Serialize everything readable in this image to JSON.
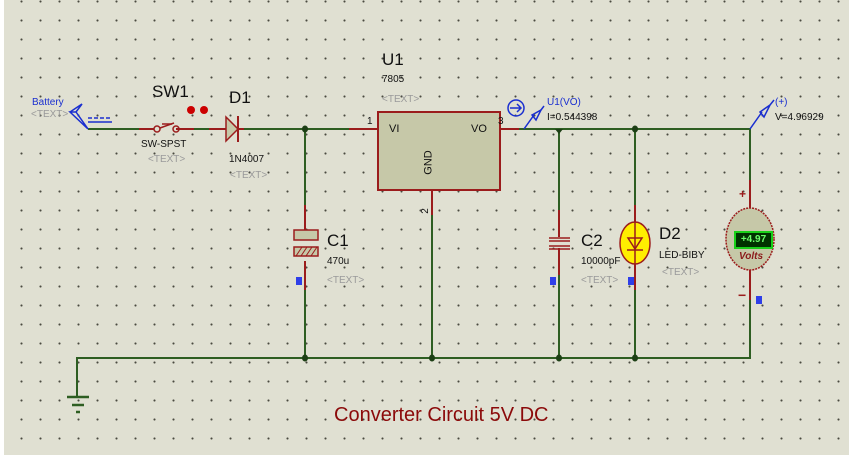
{
  "schematic": {
    "title": "Converter Circuit 5V DC",
    "placeholder_text": "<TEXT>",
    "battery": {
      "label": "Battery",
      "text": "<TEXT>"
    },
    "sw1": {
      "ref": "SW1",
      "value": "SW-SPST",
      "text": "<TEXT>"
    },
    "d1": {
      "ref": "D1",
      "value": "1N4007",
      "text": "<TEXT>"
    },
    "c1": {
      "ref": "C1",
      "value": "470u",
      "text": "<TEXT>"
    },
    "u1": {
      "ref": "U1",
      "value": "7805",
      "text": "<TEXT>",
      "pins": {
        "vi": "VI",
        "vo": "VO",
        "gnd": "GND",
        "pin1": "1",
        "pin2": "2",
        "pin3": "3"
      }
    },
    "ammeter_probe": {
      "label": "U1(VO)",
      "reading": "I=0.544398"
    },
    "voltage_probe": {
      "label": "(+)",
      "reading": "V=4.96929"
    },
    "c2": {
      "ref": "C2",
      "value": "10000pF",
      "text": "<TEXT>"
    },
    "d2": {
      "ref": "D2",
      "value": "LED-BIBY",
      "text": "<TEXT>"
    },
    "voltmeter": {
      "display": "+4.97",
      "unit": "Volts",
      "plus": "+",
      "minus": "−"
    }
  },
  "colors": {
    "background": "#e0e0d2",
    "wire": "#2e5e22",
    "component": "#9b1c1c",
    "probe": "#1a2fd0",
    "title": "#8b0a0a",
    "led": "#ffee00",
    "display": "#19d119"
  }
}
